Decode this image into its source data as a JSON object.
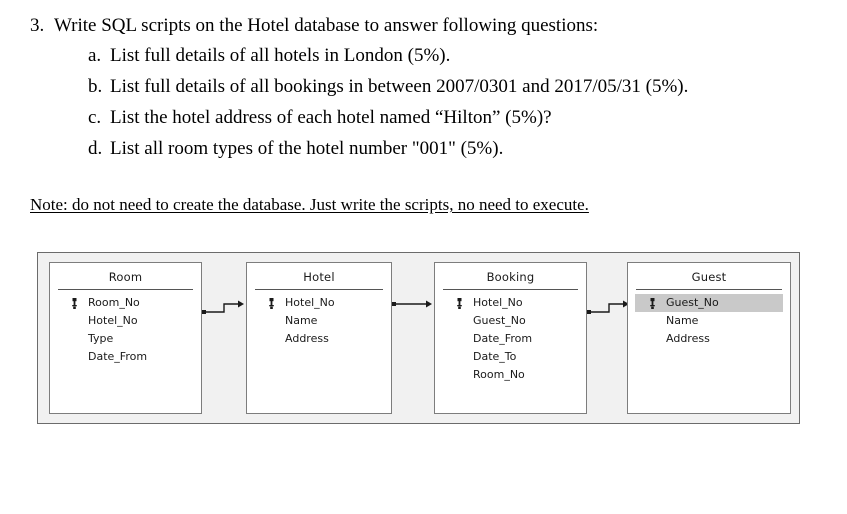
{
  "question": {
    "number": "3.",
    "text": "Write SQL scripts on the Hotel database to answer following questions:",
    "sub_items": [
      {
        "marker": "a.",
        "text": "List full details of all hotels in London (5%)."
      },
      {
        "marker": "b.",
        "text": "List full details of all bookings in between 2007/0301 and 2017/05/31 (5%)."
      },
      {
        "marker": "c.",
        "text": "List the hotel address of each hotel named “Hilton” (5%)?"
      },
      {
        "marker": "d.",
        "text": "List all room types of the hotel number \"001\" (5%)."
      }
    ],
    "note": "Note: do not need to create the database. Just write the scripts, no need to execute."
  },
  "diagram": {
    "type": "entity-relationship",
    "panel_background": "#f1f1f1",
    "selection_color": "#c9c9c9",
    "tables": [
      {
        "name": "Room",
        "fields": [
          {
            "label": "Room_No",
            "primary_key": true,
            "selected": false
          },
          {
            "label": "Hotel_No",
            "primary_key": false,
            "selected": false
          },
          {
            "label": "Type",
            "primary_key": false,
            "selected": false
          },
          {
            "label": "Date_From",
            "primary_key": false,
            "selected": false
          }
        ]
      },
      {
        "name": "Hotel",
        "fields": [
          {
            "label": "Hotel_No",
            "primary_key": true,
            "selected": false
          },
          {
            "label": "Name",
            "primary_key": false,
            "selected": false
          },
          {
            "label": "Address",
            "primary_key": false,
            "selected": false
          }
        ]
      },
      {
        "name": "Booking",
        "fields": [
          {
            "label": "Hotel_No",
            "primary_key": true,
            "selected": false
          },
          {
            "label": "Guest_No",
            "primary_key": false,
            "selected": false
          },
          {
            "label": "Date_From",
            "primary_key": false,
            "selected": false
          },
          {
            "label": "Date_To",
            "primary_key": false,
            "selected": false
          },
          {
            "label": "Room_No",
            "primary_key": false,
            "selected": false
          }
        ]
      },
      {
        "name": "Guest",
        "fields": [
          {
            "label": "Guest_No",
            "primary_key": true,
            "selected": true
          },
          {
            "label": "Name",
            "primary_key": false,
            "selected": false
          },
          {
            "label": "Address",
            "primary_key": false,
            "selected": false
          }
        ]
      }
    ],
    "relationships": [
      {
        "from": "Room",
        "to": "Hotel",
        "style": "stepped"
      },
      {
        "from": "Hotel",
        "to": "Booking",
        "style": "straight"
      },
      {
        "from": "Booking",
        "to": "Guest",
        "style": "stepped"
      }
    ]
  }
}
